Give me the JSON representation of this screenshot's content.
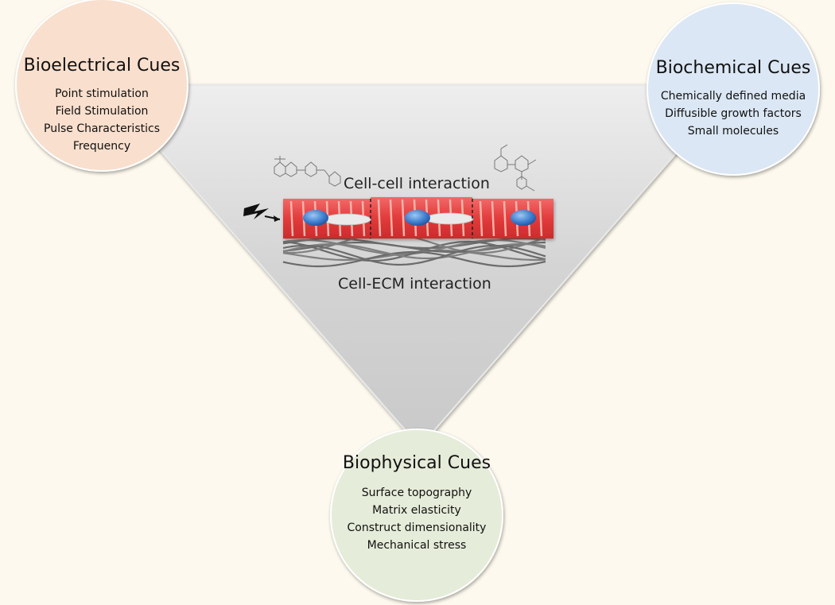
{
  "bioelectrical": {
    "title": "Bioelectrical Cues",
    "items": [
      "Point stimulation",
      "Field Stimulation",
      "Pulse Characteristics",
      "Frequency"
    ],
    "color": "#f9dfcd"
  },
  "biochemical": {
    "title": "Biochemical Cues",
    "items": [
      "Chemically defined media",
      "Diffusible growth factors",
      "Small molecules"
    ],
    "color": "#dbe7f4"
  },
  "biophysical": {
    "title": "Biophysical Cues",
    "items": [
      "Surface topography",
      "Matrix elasticity",
      "Construct dimensionality",
      "Mechanical stress"
    ],
    "color": "#e5ecd9"
  },
  "center": {
    "cell_cell": "Cell-cell interaction",
    "cell_ecm": "Cell-ECM interaction"
  },
  "colors": {
    "background": "#fdf9ee",
    "triangle": "#dcdcdc",
    "cell": "#e53e3e",
    "nucleus": "#3f7fd0",
    "fiber": "#6b6b6b"
  },
  "icons": [
    "lightning-bolt-icon",
    "molecule-structure-icon"
  ]
}
